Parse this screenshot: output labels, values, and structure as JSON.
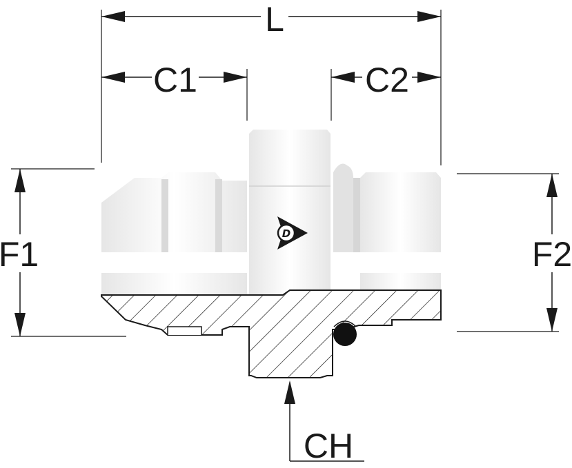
{
  "diagram": {
    "dimensions": {
      "overall_length": "L",
      "thread_length_1": "C1",
      "thread_length_2": "C2",
      "thread_size_1": "F1",
      "thread_size_2": "F2",
      "hex_size": "CH"
    },
    "logo": {
      "icon": "dunlop-d-arrow-icon",
      "text": "D"
    },
    "colors": {
      "line": "#1a1a1a",
      "body": "#ffffff",
      "shade": "#cfcfcf",
      "hatch": "#1a1a1a"
    }
  }
}
